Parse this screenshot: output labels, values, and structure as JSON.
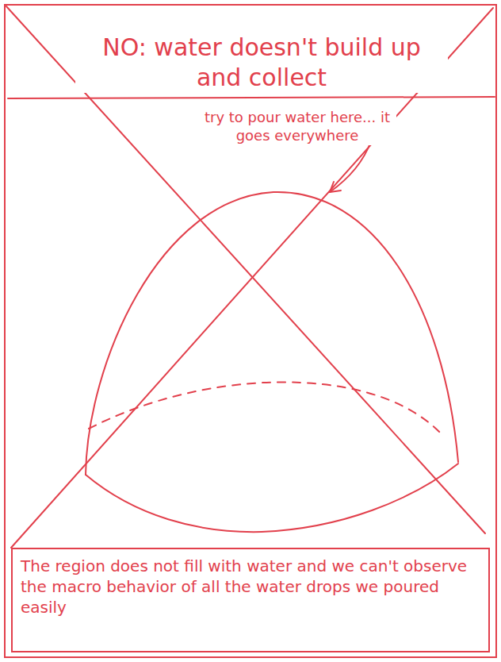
{
  "diagram": {
    "title": "NO: water doesn't build up and collect",
    "nodes": [
      {
        "text": [
          "The region does not fill with water and we can't observe the macro behavior of all the water drops we poured easily"
        ]
      }
    ],
    "labels": [
      "try to pour water here... it goes everywhere"
    ]
  }
}
